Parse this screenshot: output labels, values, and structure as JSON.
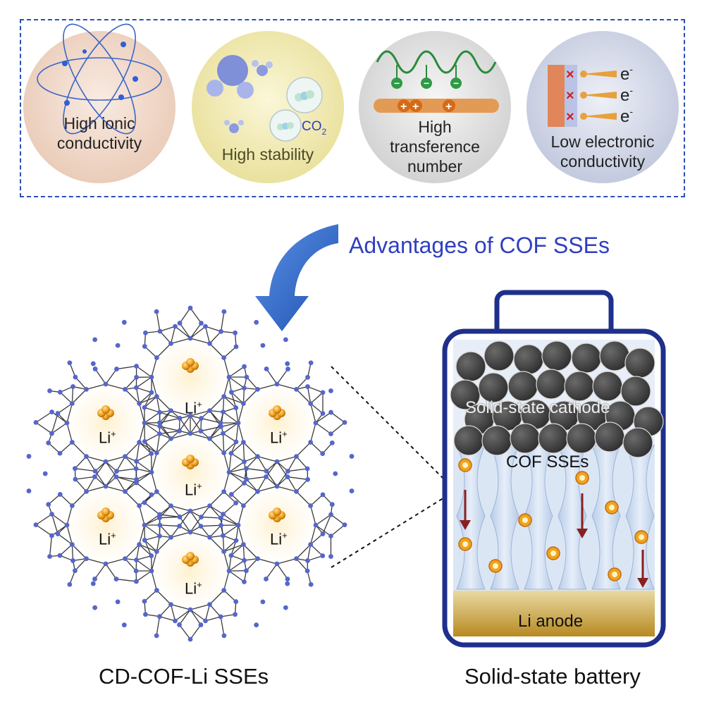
{
  "advantages": {
    "items": [
      {
        "label_lines": [
          "High ionic",
          "conductivity"
        ],
        "bg": "#f2dccb"
      },
      {
        "label_lines": [
          "High stability"
        ],
        "bg": "#f2ecb0",
        "co2": "CO",
        "co2_sub": "2"
      },
      {
        "label_lines": [
          "High",
          "transference",
          "number"
        ],
        "bg": "#e4e4e4"
      },
      {
        "label_lines": [
          "Low electronic",
          "conductivity"
        ],
        "bg": "#d3d8e8",
        "electron": "e",
        "electron_sup": "-"
      }
    ],
    "title": "Advantages of COF SSEs"
  },
  "framework": {
    "ion": "Li",
    "ion_sup": "+",
    "caption": "CD-COF-Li SSEs"
  },
  "battery": {
    "cathode_label": "Solid-state cathode",
    "electrolyte_label": "COF SSEs",
    "anode_label": "Li anode",
    "caption": "Solid-state battery"
  },
  "colors": {
    "frame_blue": "#2a4fb8",
    "title_blue": "#2f3fc0",
    "battery_outline": "#1f2f8c",
    "particle": "#4a4a4a",
    "li_ion": "#f0a31e",
    "arrow_red": "#8a1f1f"
  }
}
